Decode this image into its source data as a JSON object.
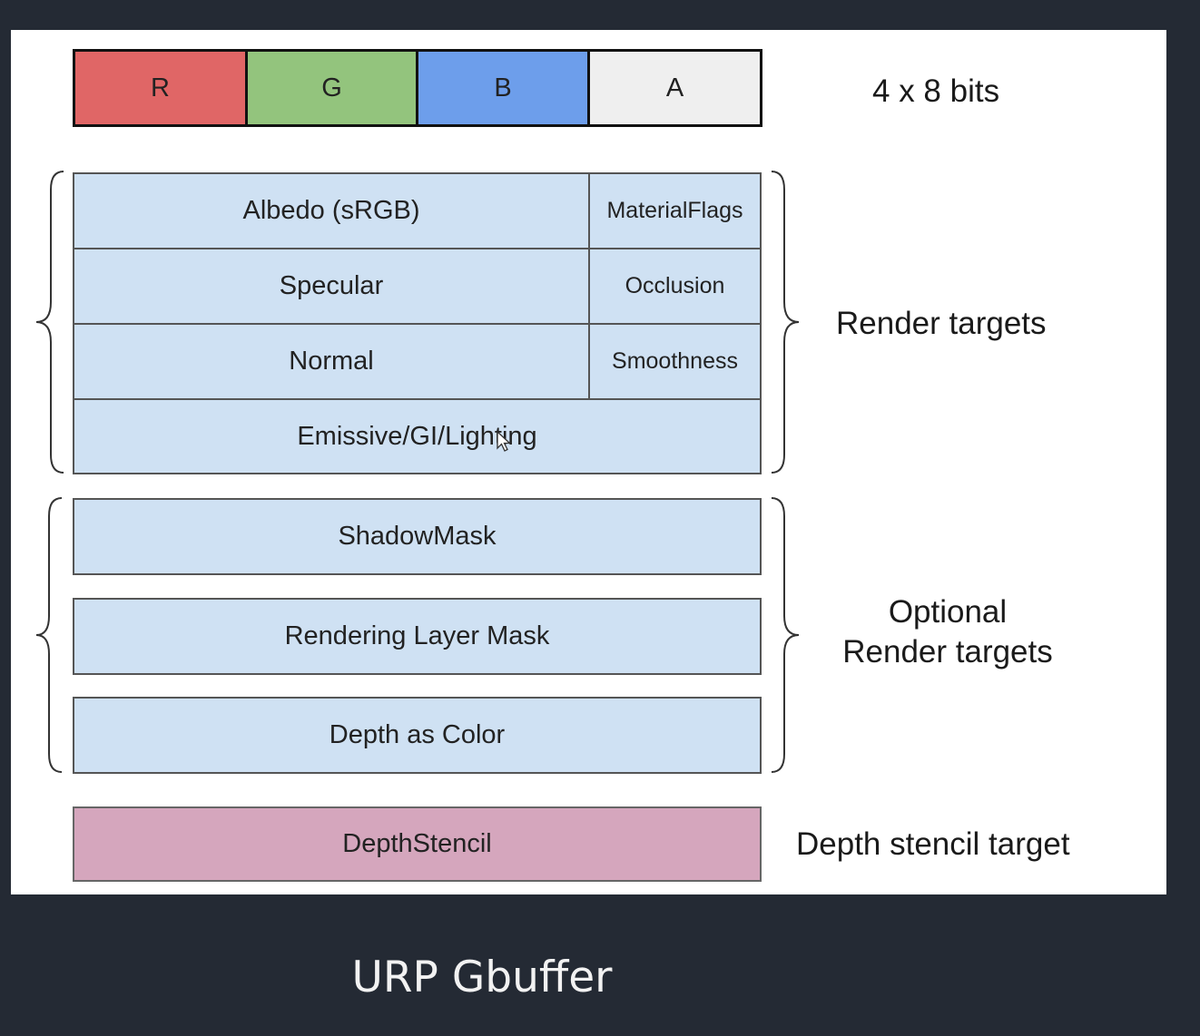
{
  "diagram": {
    "channels": [
      {
        "label": "R",
        "color": "#e06666"
      },
      {
        "label": "G",
        "color": "#93c47d"
      },
      {
        "label": "B",
        "color": "#6d9eeb"
      },
      {
        "label": "A",
        "color": "#efefef"
      }
    ],
    "bits_label": "4 x 8 bits",
    "render_targets": {
      "rows": [
        {
          "main": "Albedo (sRGB)",
          "side": "MaterialFlags"
        },
        {
          "main": "Specular",
          "side": "Occlusion"
        },
        {
          "main": "Normal",
          "side": "Smoothness"
        },
        {
          "main": "Emissive/GI/Lighting"
        }
      ],
      "label": "Render targets"
    },
    "optional_targets": {
      "rows": [
        "ShadowMask",
        "Rendering Layer Mask",
        "Depth as Color"
      ],
      "label_line1": "Optional",
      "label_line2": "Render targets"
    },
    "depth_stencil": {
      "cell": "DepthStencil",
      "label": "Depth stencil target",
      "color": "#d5a6bd"
    },
    "cell_color": "#cfe1f3",
    "caption": "URP Gbuffer"
  }
}
